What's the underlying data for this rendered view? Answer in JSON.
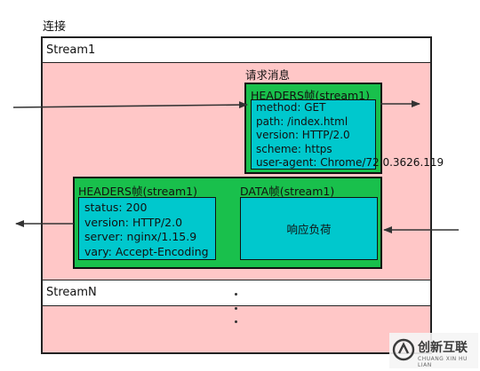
{
  "connection": {
    "label": "连接"
  },
  "streams": {
    "stream1_label": "Stream1",
    "streamN_label": "StreamN"
  },
  "request": {
    "label": "请求消息",
    "headers_frame_title": "HEADERS帧(stream1)",
    "headers": [
      "method: GET",
      "path: /index.html",
      "version: HTTP/2.0",
      "scheme: https",
      "user-agent: Chrome/72.0.3626.119"
    ]
  },
  "response": {
    "headers_frame_title": "HEADERS帧(stream1)",
    "headers": [
      "status: 200",
      "version: HTTP/2.0",
      "server: nginx/1.15.9",
      "vary: Accept-Encoding"
    ],
    "data_frame_title": "DATA帧(stream1)",
    "data_body": "响应负荷"
  },
  "watermark": {
    "title": "创新互联",
    "subtitle": "CHUANG XIN HU LIAN"
  },
  "colors": {
    "stream_bg": "#ffc7c7",
    "frame_green": "#19c04c",
    "content_cyan": "#00c8cd",
    "arrow": "#333333"
  }
}
